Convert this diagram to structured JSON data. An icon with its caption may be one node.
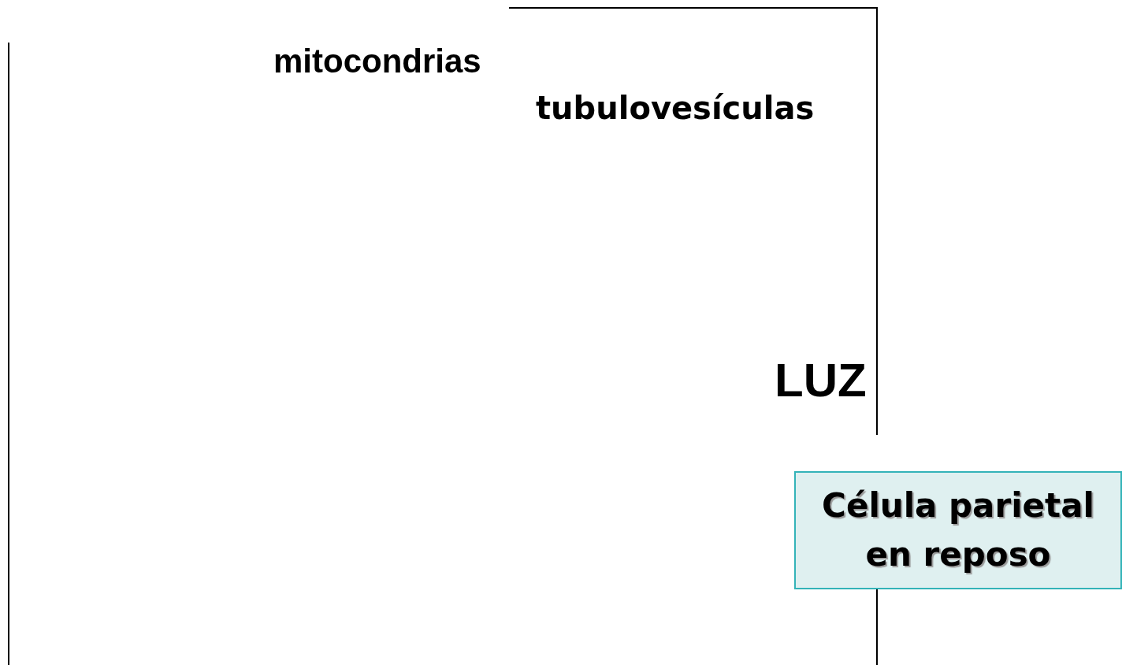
{
  "diagram": {
    "nodes": [
      {
        "text": [
          "Célula parietal en reposo"
        ]
      }
    ],
    "edges": [],
    "labels": [
      "mitocondrias",
      "tubulovesículas",
      "LUZ"
    ]
  }
}
